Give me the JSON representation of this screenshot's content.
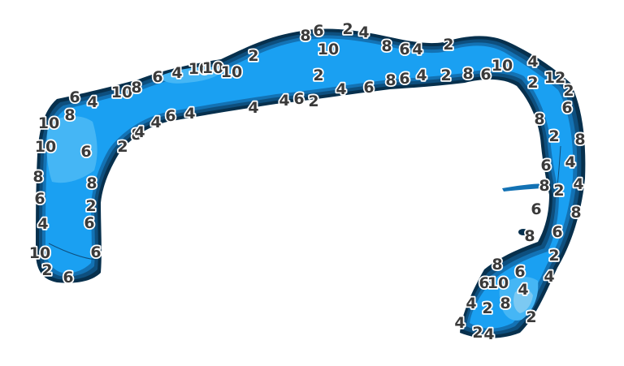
{
  "map": {
    "colors": {
      "background": "#ffffff",
      "edge": "#07304d",
      "shelf": "#0e4f7e",
      "mid": "#1372b4",
      "main": "#1aa0f2",
      "deep": "#45b6f5",
      "deepest": "#7cc9f2"
    },
    "contour_labels": [
      "8",
      "6",
      "2",
      "4",
      "10",
      "8",
      "6",
      "4",
      "2",
      "2",
      "6",
      "4",
      "10",
      "8",
      "8",
      "6",
      "4",
      "10",
      "10",
      "10",
      "2",
      "4",
      "6",
      "8",
      "6",
      "4",
      "2",
      "8",
      "6",
      "10",
      "4",
      "2",
      "12",
      "2",
      "6",
      "2",
      "4",
      "4",
      "6",
      "4",
      "6",
      "4",
      "8",
      "2",
      "4",
      "10",
      "6",
      "10",
      "8",
      "2",
      "8",
      "4",
      "6",
      "8",
      "2",
      "4",
      "6",
      "8",
      "6",
      "8",
      "2",
      "4",
      "6",
      "8",
      "6",
      "2",
      "4",
      "8",
      "10",
      "6",
      "2",
      "6",
      "8",
      "6",
      "10",
      "6",
      "4",
      "8",
      "2",
      "4",
      "2",
      "4",
      "2",
      "4"
    ]
  }
}
